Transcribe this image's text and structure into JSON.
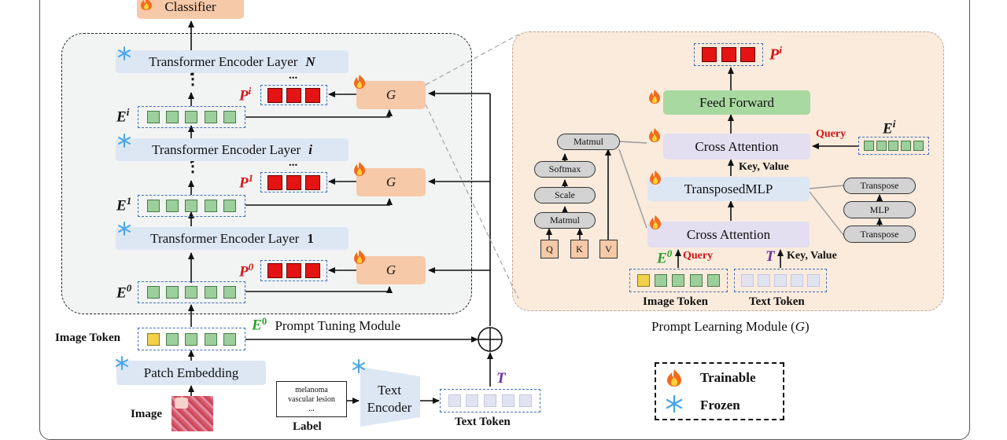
{
  "left": {
    "classifier": "Classifier",
    "layer_prefix": "Transformer Encoder Layer",
    "layer_n": "N",
    "layer_i": "i",
    "layer_1": "1",
    "ellipsis_v": "⋮",
    "ellipsis_h": "...",
    "g_label": "G",
    "pi_base": "P",
    "pi_sup": "i",
    "p1_base": "P",
    "p1_sup": "1",
    "p0_base": "P",
    "p0_sup": "0",
    "ei_base": "E",
    "ei_sup": "i",
    "e1_base": "E",
    "e1_sup": "1",
    "e0_base": "E",
    "e0_sup": "0",
    "e0_green_base": "E",
    "e0_green_sup": "0",
    "module_title": "Prompt Tuning  Module",
    "image_token": "Image Token",
    "patch_embedding": "Patch Embedding",
    "image": "Image",
    "label_line1": "melanoma",
    "label_line2": "vascular lesion",
    "label_line3": "...",
    "label_caption": "Label",
    "text_encoder_line1": "Text",
    "text_encoder_line2": "Encoder",
    "t_label": "T",
    "text_token": "Text Token"
  },
  "right": {
    "pi_base": "P",
    "pi_sup": "i",
    "feed_forward": "Feed Forward",
    "cross_attention_top": "Cross Attention",
    "query_top": "Query",
    "ei_base": "E",
    "ei_sup": "i",
    "key_value_top": "Key, Value",
    "transposed_mlp": "TransposedMLP",
    "cross_attention_bottom": "Cross Attention",
    "e0_base": "E",
    "e0_sup": "0",
    "query_bottom": "Query",
    "t_label": "T",
    "key_value_bottom": "Key, Value",
    "image_token": "Image Token",
    "text_token": "Text Token",
    "matmul_top": "Matmul",
    "softmax": "Softmax",
    "scale": "Scale",
    "matmul_bottom": "Matmul",
    "q": "Q",
    "k": "K",
    "v": "V",
    "transpose_top": "Transpose",
    "mlp": "MLP",
    "transpose_bottom": "Transpose",
    "caption_prefix": "Prompt Learning Module (",
    "caption_g": "G",
    "caption_suffix": ")"
  },
  "legend": {
    "trainable": "Trainable",
    "frozen": "Frozen"
  },
  "icons": [
    "flame-icon",
    "snowflake-icon",
    "circled-plus-icon"
  ]
}
